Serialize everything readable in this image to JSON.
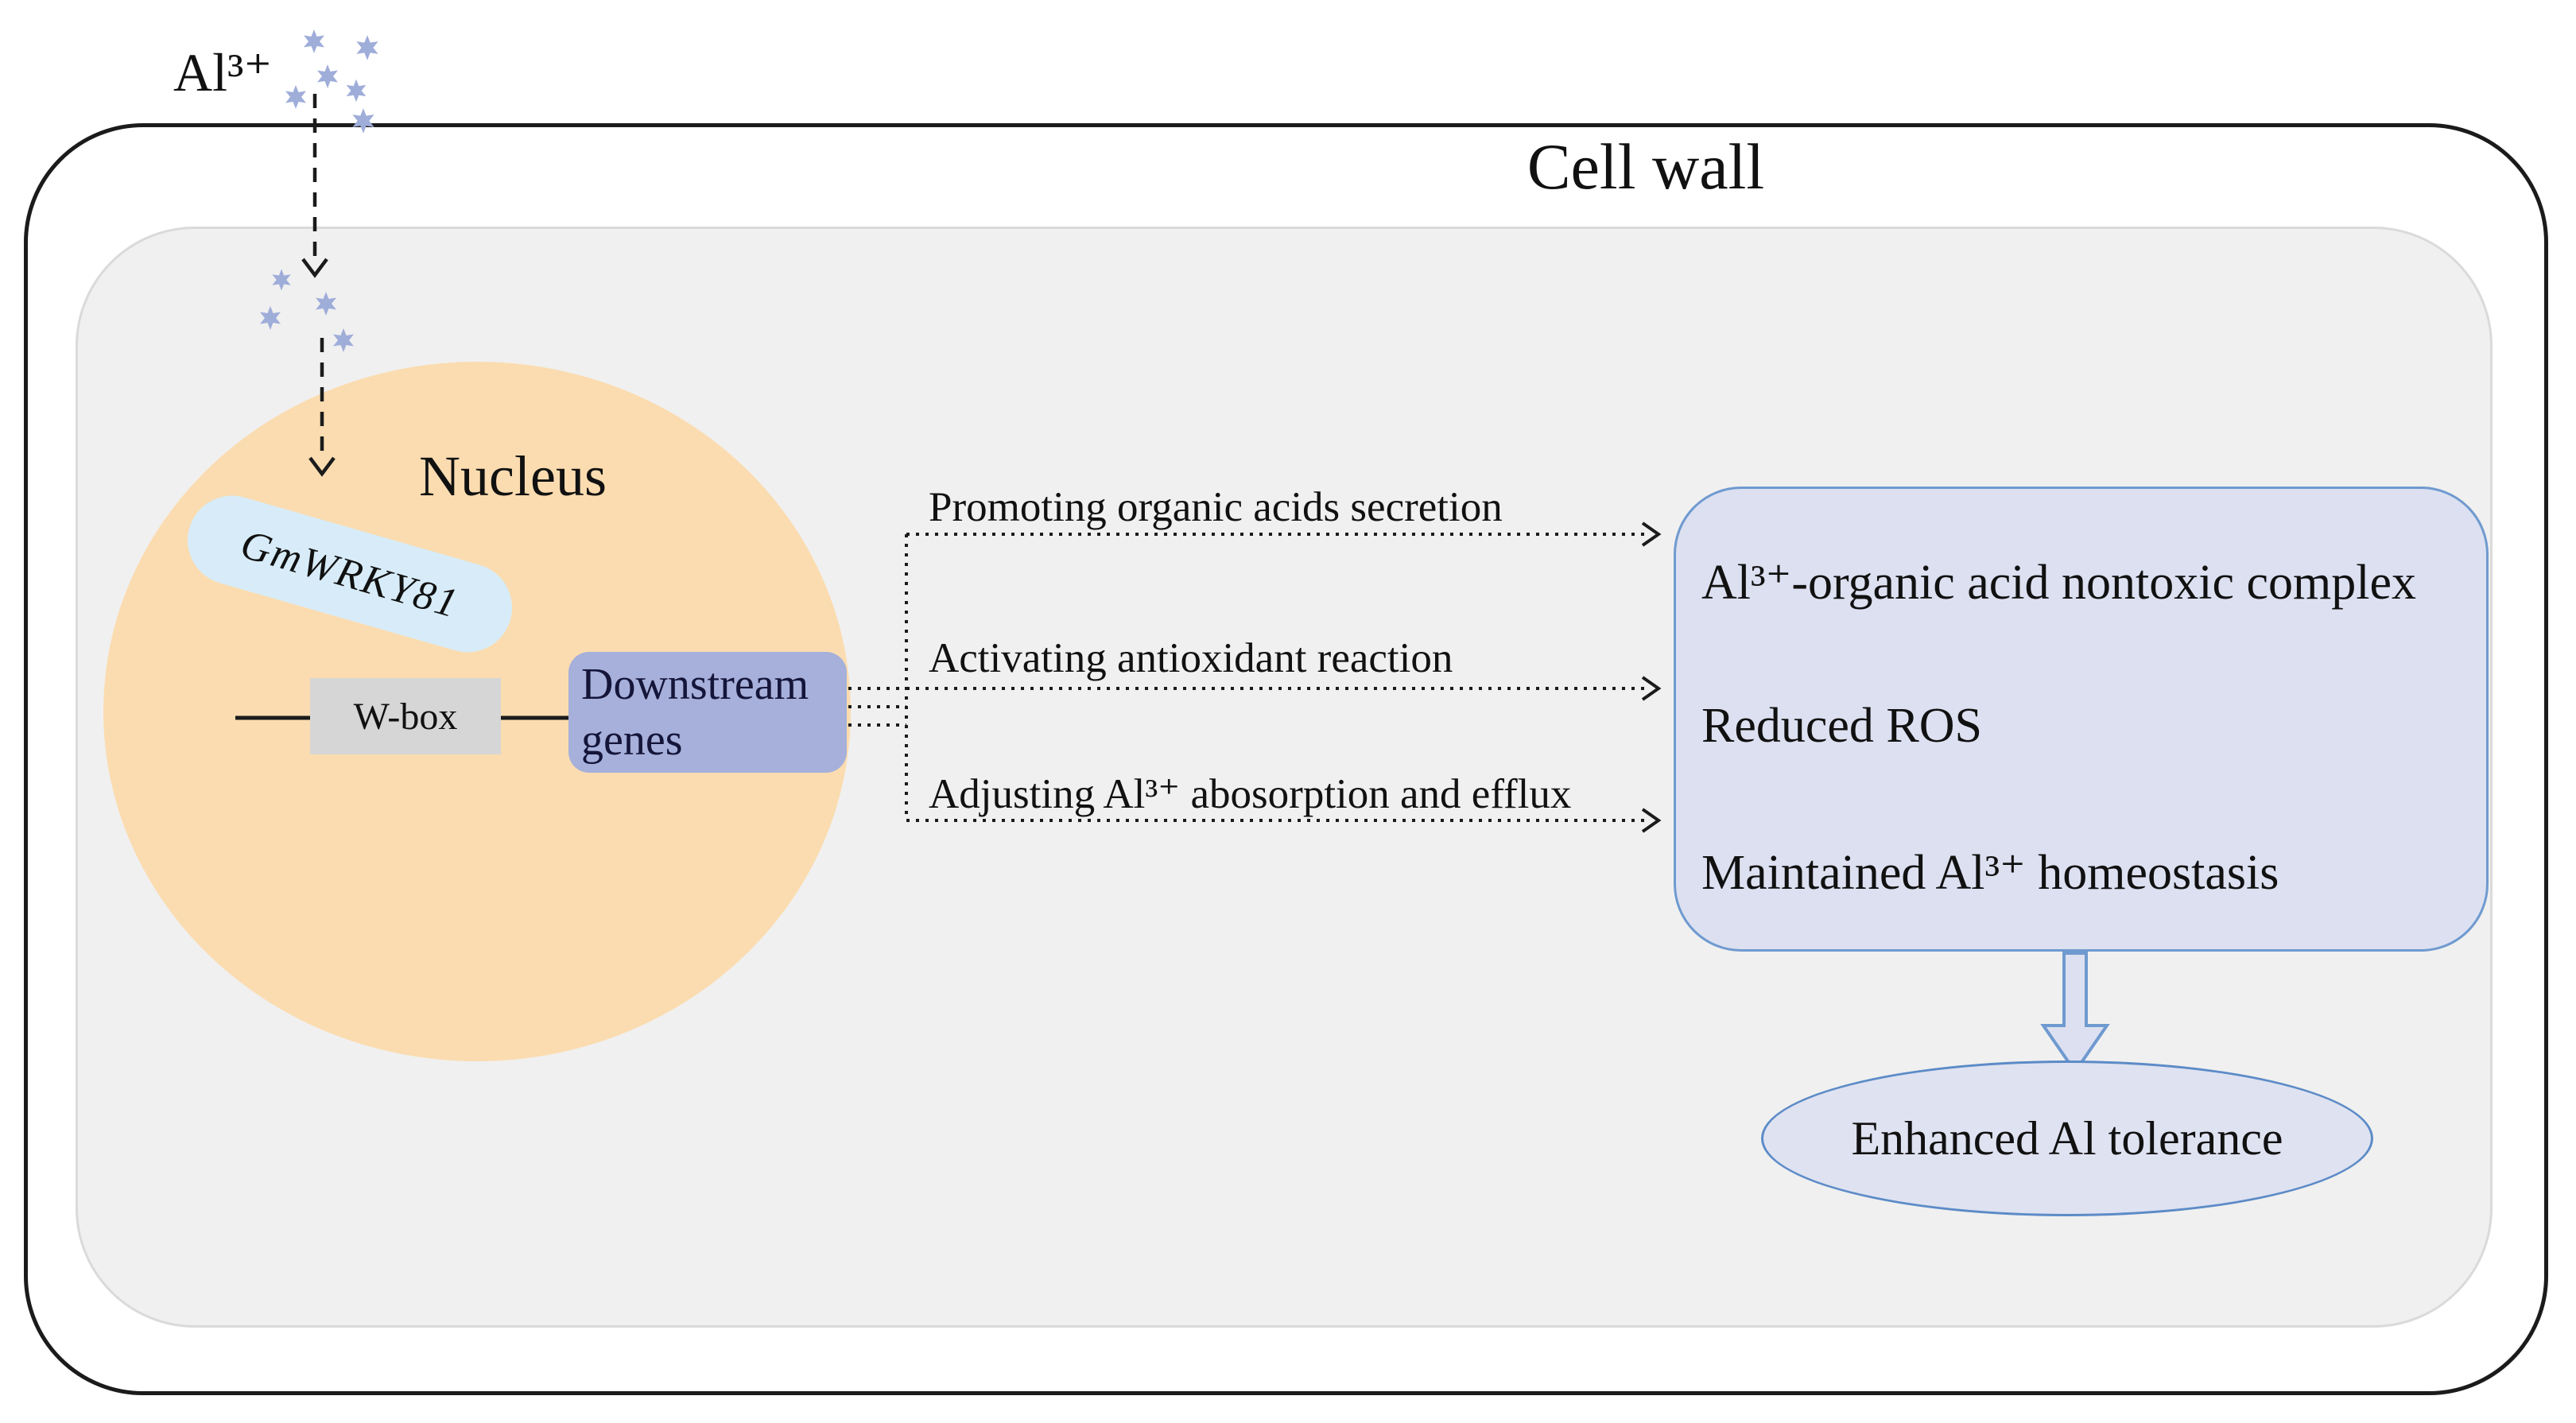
{
  "diagram": {
    "cell_wall_title": "Cell wall",
    "nucleus_title": "Nucleus",
    "ion_label": "Al³⁺",
    "transcription_factor": "GmWRKY81",
    "wbox_label": "W-box",
    "downstream_label": "Downstream genes",
    "pathways": [
      {
        "label": "Promoting organic acids secretion"
      },
      {
        "label": "Activating antioxidant reaction"
      },
      {
        "label": "Adjusting Al³⁺ abosorption and efflux"
      }
    ],
    "outcomes": [
      {
        "label": "Al³⁺-organic acid nontoxic complex"
      },
      {
        "label": "Reduced ROS"
      },
      {
        "label": "Maintained Al³⁺ homeostasis"
      }
    ],
    "result_label": "Enhanced Al tolerance"
  },
  "icons": {
    "ion_star": "six-point-star"
  },
  "colors": {
    "nucleus_fill": "#fbdcb0",
    "cytoplasm_fill": "#f0f0f0",
    "tf_pill_fill": "#d7ecf8",
    "wbox_fill": "#d6d6d6",
    "downstream_fill": "#a6b0da",
    "downstream_text": "#15153a",
    "outcome_fill": "#dce0f0",
    "outcome_border": "#6f9ad0",
    "result_fill": "#dfe2f1",
    "result_border": "#5c8bc7",
    "star_fill": "#9fadd9",
    "line_color": "#1b1b1b",
    "block_arrow_fill": "#dce0f0",
    "block_arrow_border": "#6f9ad0"
  }
}
